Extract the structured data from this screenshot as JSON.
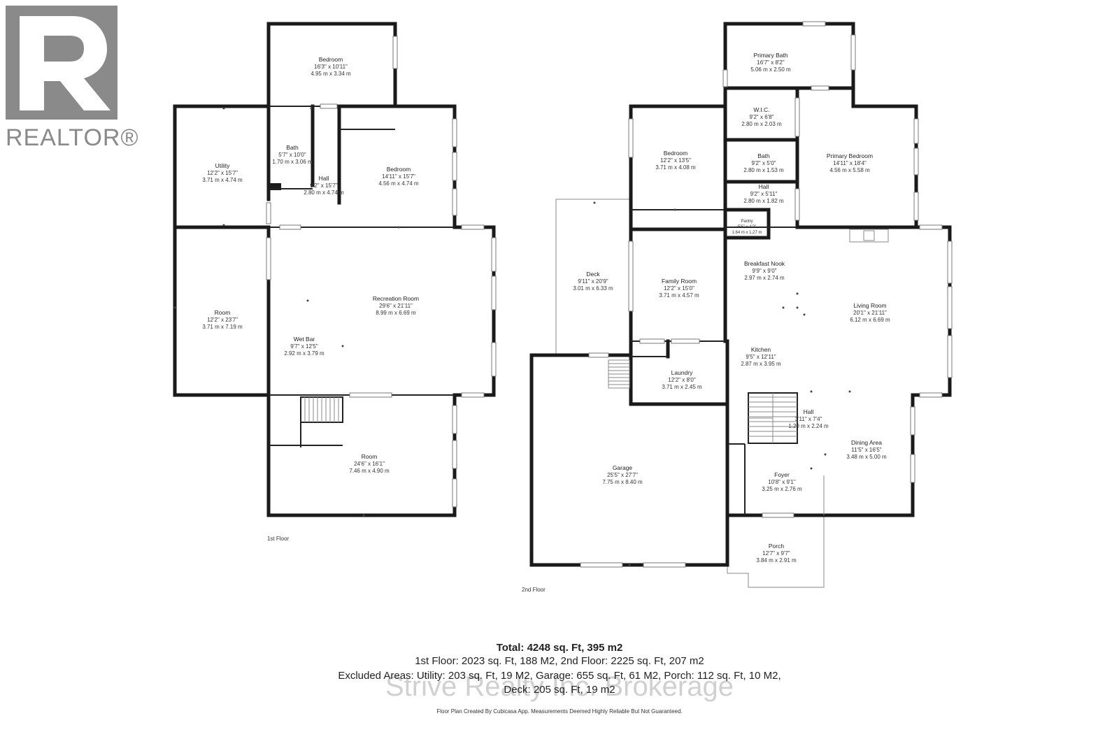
{
  "logo": {
    "text": "REALTOR®",
    "icon": "realtor-r-logo"
  },
  "floors": [
    {
      "label": "1st Floor",
      "rooms": [
        {
          "id": "bedroom-top",
          "name": "Bedroom",
          "imperial": "16'3\" x 10'11\"",
          "metric": "4.95 m x 3.34 m"
        },
        {
          "id": "utility",
          "name": "Utility",
          "imperial": "12'2\" x 15'7\"",
          "metric": "3.71 m x 4.74 m"
        },
        {
          "id": "bath",
          "name": "Bath",
          "imperial": "5'7\" x 10'0\"",
          "metric": "1.70 m x 3.06 m"
        },
        {
          "id": "hall",
          "name": "Hall",
          "imperial": "9'2\" x 15'7\"",
          "metric": "2.80 m x 4.74 m"
        },
        {
          "id": "bedroom-right",
          "name": "Bedroom",
          "imperial": "14'11\" x 15'7\"",
          "metric": "4.56 m x 4.74 m"
        },
        {
          "id": "room-left",
          "name": "Room",
          "imperial": "12'2\" x 23'7\"",
          "metric": "3.71 m x 7.19 m"
        },
        {
          "id": "recreation-room",
          "name": "Recreation Room",
          "imperial": "29'6\" x 21'11\"",
          "metric": "8.99 m x 6.69 m"
        },
        {
          "id": "wet-bar",
          "name": "Wet Bar",
          "imperial": "9'7\" x 12'5\"",
          "metric": "2.92 m x 3.79 m"
        },
        {
          "id": "room-bottom",
          "name": "Room",
          "imperial": "24'6\" x 16'1\"",
          "metric": "7.46 m x 4.90 m"
        }
      ]
    },
    {
      "label": "2nd Floor",
      "rooms": [
        {
          "id": "primary-bath",
          "name": "Primary Bath",
          "imperial": "16'7\" x 8'2\"",
          "metric": "5.06 m x 2.50 m"
        },
        {
          "id": "wic",
          "name": "W.I.C.",
          "imperial": "9'2\" x 6'8\"",
          "metric": "2.80 m x 2.03 m"
        },
        {
          "id": "bedroom",
          "name": "Bedroom",
          "imperial": "12'2\" x 13'5\"",
          "metric": "3.71 m x 4.08 m"
        },
        {
          "id": "bath2",
          "name": "Bath",
          "imperial": "9'2\" x 5'0\"",
          "metric": "2.80 m x 1.53 m"
        },
        {
          "id": "primary-bedroom",
          "name": "Primary Bedroom",
          "imperial": "14'11\" x 18'4\"",
          "metric": "4.56 m x 5.58 m"
        },
        {
          "id": "hall2",
          "name": "Hall",
          "imperial": "9'2\" x 5'11\"",
          "metric": "2.80 m x 1.82 m"
        },
        {
          "id": "pantry",
          "name": "Pantry",
          "imperial": "5'5\" x 4'2\"",
          "metric": "1.64 m x 1.27 m"
        },
        {
          "id": "deck",
          "name": "Deck",
          "imperial": "9'11\" x 20'9\"",
          "metric": "3.01 m x 6.33 m"
        },
        {
          "id": "breakfast-nook",
          "name": "Breakfast Nook",
          "imperial": "9'9\" x 9'0\"",
          "metric": "2.97 m x 2.74 m"
        },
        {
          "id": "family-room",
          "name": "Family Room",
          "imperial": "12'2\" x 15'0\"",
          "metric": "3.71 m x 4.57 m"
        },
        {
          "id": "living-room",
          "name": "Living Room",
          "imperial": "20'1\" x 21'11\"",
          "metric": "6.12 m x 6.69 m"
        },
        {
          "id": "kitchen",
          "name": "Kitchen",
          "imperial": "9'5\" x 12'11\"",
          "metric": "2.87 m x 3.95 m"
        },
        {
          "id": "laundry",
          "name": "Laundry",
          "imperial": "12'2\" x 8'0\"",
          "metric": "3.71 m x 2.45 m"
        },
        {
          "id": "hall3",
          "name": "Hall",
          "imperial": "3'11\" x 7'4\"",
          "metric": "1.20 m x 2.24 m"
        },
        {
          "id": "dining-area",
          "name": "Dining Area",
          "imperial": "11'5\" x 16'5\"",
          "metric": "3.48 m x 5.00 m"
        },
        {
          "id": "garage",
          "name": "Garage",
          "imperial": "25'5\" x 27'7\"",
          "metric": "7.75 m x 8.40 m"
        },
        {
          "id": "foyer",
          "name": "Foyer",
          "imperial": "10'8\" x 9'1\"",
          "metric": "3.25 m x 2.76 m"
        },
        {
          "id": "porch",
          "name": "Porch",
          "imperial": "12'7\" x 9'7\"",
          "metric": "3.84 m x 2.91 m"
        }
      ]
    }
  ],
  "summary": {
    "total": "Total: 4248 sq. Ft, 395 m2",
    "line1": "1st Floor: 2023 sq. Ft, 188 M2, 2nd Floor: 2225 sq. Ft, 207 m2",
    "line2": "Excluded Areas: Utility: 203 sq. Ft, 19 M2, Garage: 655 sq. Ft, 61 M2, Porch: 112 sq. Ft, 10 M2,",
    "line3": "Deck: 205 sq. Ft, 19 m2",
    "disclaimer": "Floor Plan Created By Cubicasa App. Measurements Deemed Highly Reliable But Not Guaranteed."
  },
  "watermark": "Strive Realty Inc. Brokerage"
}
